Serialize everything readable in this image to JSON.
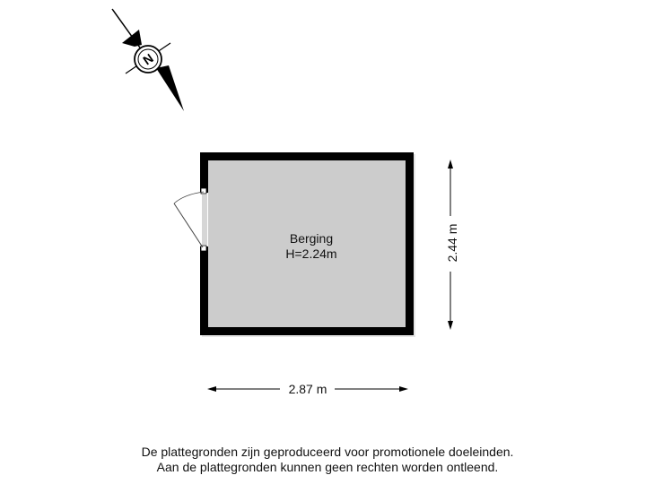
{
  "compass": {
    "icon": "north-arrow-icon",
    "label": "N"
  },
  "room": {
    "name": "Berging",
    "height": "H=2.24m",
    "fill_color": "#cccccc",
    "wall_color": "#000000"
  },
  "door": {
    "icon": "door-swing-icon"
  },
  "dimensions": {
    "width": "2.87 m",
    "depth": "2.44 m"
  },
  "disclaimer": {
    "line1": "De plattegronden zijn geproduceerd voor promotionele doeleinden.",
    "line2": "Aan de plattegronden kunnen geen rechten worden ontleend."
  }
}
